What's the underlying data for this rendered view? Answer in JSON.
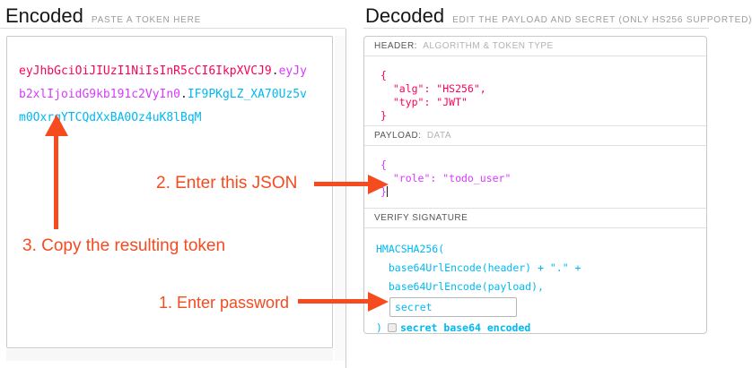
{
  "encoded": {
    "title": "Encoded",
    "subtitle": "PASTE A TOKEN HERE",
    "token": {
      "header": "eyJhbGciOiJIUzI1NiIsInR5cCI6IkpXVCJ9",
      "dot1": ".",
      "payload": "eyJyb2xlIjoidG9kb191c2VyIn0",
      "dot2": ".",
      "signature": "IF9PKgLZ_XA70Uz5vm0OxrqYTCQdXxBA0Oz4uK8lBqM"
    }
  },
  "decoded": {
    "title": "Decoded",
    "subtitle": "EDIT THE PAYLOAD AND SECRET (ONLY HS256 SUPPORTED)",
    "header_section": {
      "label": "HEADER:",
      "sublabel": "ALGORITHM & TOKEN TYPE",
      "json_lines": [
        "{",
        "  \"alg\": \"HS256\",",
        "  \"typ\": \"JWT\"",
        "}"
      ]
    },
    "payload_section": {
      "label": "PAYLOAD:",
      "sublabel": "DATA",
      "json_open": "{",
      "json_role_line": "  \"role\": \"todo_user\"",
      "json_close": "}"
    },
    "signature_section": {
      "label": "VERIFY SIGNATURE",
      "code_line1": "HMACSHA256(",
      "code_line2": "  base64UrlEncode(header) + \".\" +",
      "code_line3": "  base64UrlEncode(payload),",
      "secret_value": "secret",
      "code_close": ")",
      "checkbox_checked": false,
      "checkbox_label": "secret base64 encoded"
    }
  },
  "annotations": {
    "step1": "1. Enter password",
    "step2": "2. Enter this JSON",
    "step3": "3. Copy the resulting token"
  },
  "colors": {
    "token_header": "#fb015b",
    "token_payload": "#d63aff",
    "token_signature": "#00b9f1",
    "annotation": "#f64a1f"
  }
}
